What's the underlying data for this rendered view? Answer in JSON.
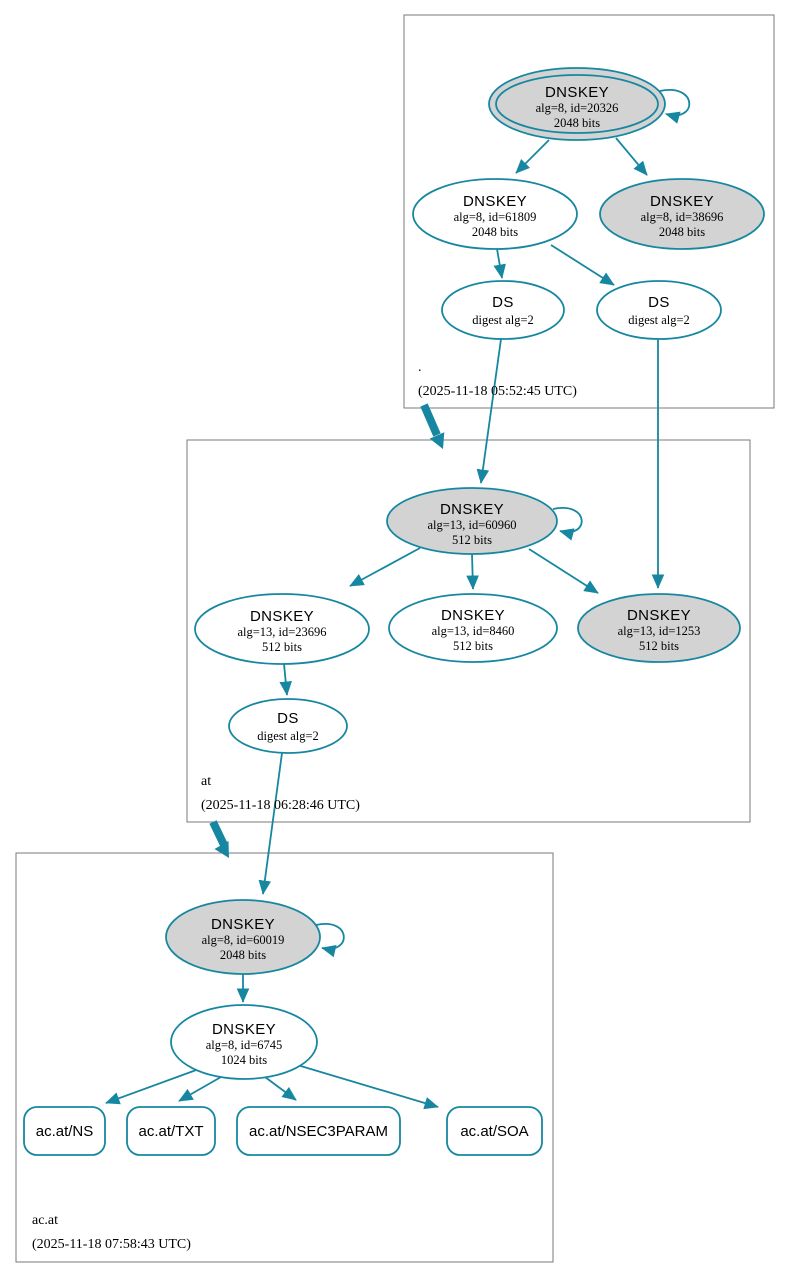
{
  "diagram_type": "dnssec-authentication-chain",
  "colors": {
    "secure_edge": "#1787a1",
    "signing_key_fill": "#d3d3d3",
    "plain_node_fill": "#ffffff",
    "zone_border": "#7a7a7a",
    "text": "#000000"
  },
  "zones": [
    {
      "name": ".",
      "timestamp": "(2025-11-18 05:52:45 UTC)",
      "nodes": [
        {
          "title": "DNSKEY",
          "detail": "alg=8, id=20326",
          "detail2": "2048 bits",
          "filled": true,
          "sep": true,
          "self_signed": true
        },
        {
          "title": "DNSKEY",
          "detail": "alg=8, id=61809",
          "detail2": "2048 bits",
          "filled": false
        },
        {
          "title": "DNSKEY",
          "detail": "alg=8, id=38696",
          "detail2": "2048 bits",
          "filled": true
        },
        {
          "title": "DS",
          "detail": "digest alg=2"
        },
        {
          "title": "DS",
          "detail": "digest alg=2"
        }
      ]
    },
    {
      "name": "at",
      "timestamp": "(2025-11-18 06:28:46 UTC)",
      "nodes": [
        {
          "title": "DNSKEY",
          "detail": "alg=13, id=60960",
          "detail2": "512 bits",
          "filled": true,
          "self_signed": true
        },
        {
          "title": "DNSKEY",
          "detail": "alg=13, id=23696",
          "detail2": "512 bits",
          "filled": false
        },
        {
          "title": "DNSKEY",
          "detail": "alg=13, id=8460",
          "detail2": "512 bits",
          "filled": false
        },
        {
          "title": "DNSKEY",
          "detail": "alg=13, id=1253",
          "detail2": "512 bits",
          "filled": true
        },
        {
          "title": "DS",
          "detail": "digest alg=2"
        }
      ]
    },
    {
      "name": "ac.at",
      "timestamp": "(2025-11-18 07:58:43 UTC)",
      "nodes": [
        {
          "title": "DNSKEY",
          "detail": "alg=8, id=60019",
          "detail2": "2048 bits",
          "filled": true,
          "self_signed": true
        },
        {
          "title": "DNSKEY",
          "detail": "alg=8, id=6745",
          "detail2": "1024 bits",
          "filled": false
        }
      ],
      "rrsets": [
        {
          "label": "ac.at/NS"
        },
        {
          "label": "ac.at/TXT"
        },
        {
          "label": "ac.at/NSEC3PARAM"
        },
        {
          "label": "ac.at/SOA"
        }
      ]
    }
  ]
}
